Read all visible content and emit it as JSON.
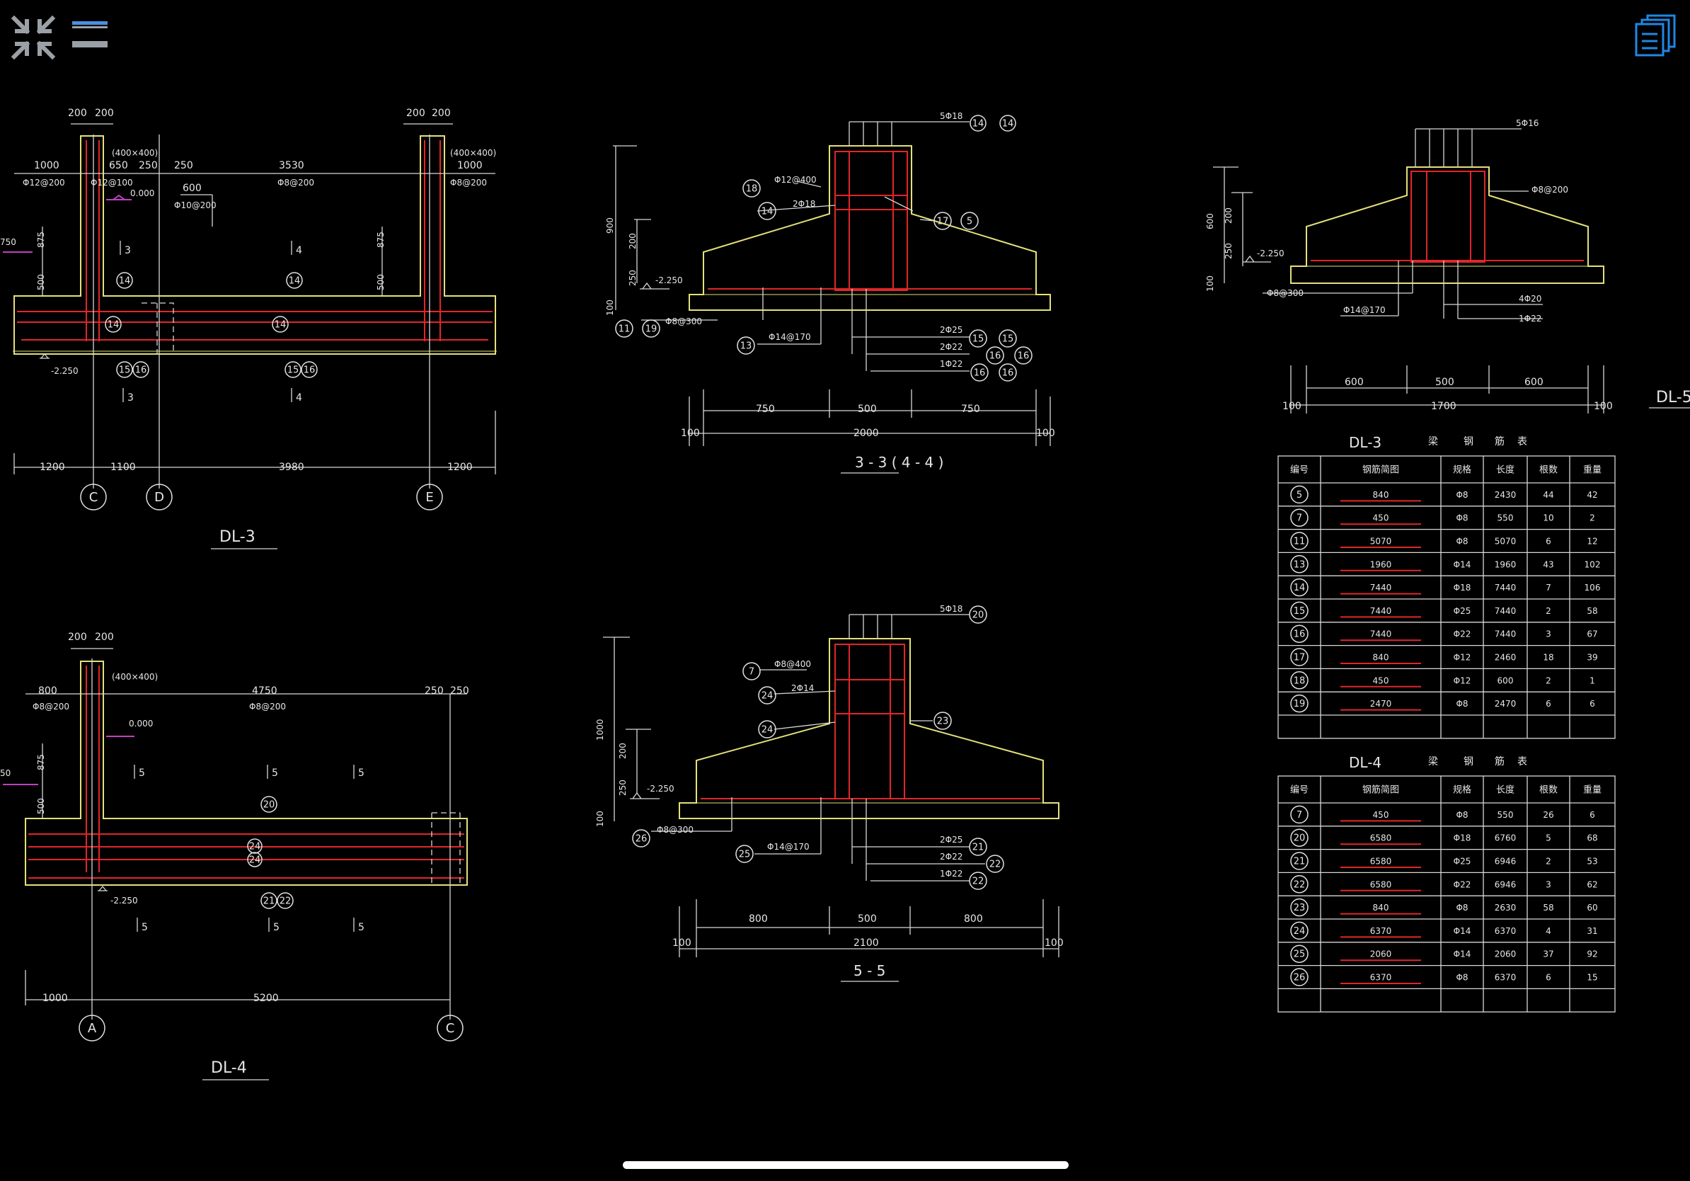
{
  "toolbar": {
    "collapse_icon": "collapse-arrows-icon",
    "menu_icon": "hamburger-menu-icon",
    "documents_icon": "stacked-documents-icon"
  },
  "colors": {
    "background": "#000000",
    "outline": "#e5e07a",
    "rebar": "#e0262a",
    "dim": "#d8d8d8",
    "ui_icon": "#9aa0a6",
    "accent": "#1e88e5"
  },
  "drawings": {
    "dl3": {
      "title": "DL-3",
      "dims_top": [
        "200",
        "200",
        "200",
        "200"
      ],
      "dims_row2": [
        "1000",
        "650",
        "250",
        "250",
        "3530",
        "1000"
      ],
      "col_left": "(400×400)",
      "col_right": "(400×400)",
      "rebar_labels": [
        "Φ12@200",
        "Φ12@100",
        "Φ10@200",
        "Φ8@200",
        "Φ8@200",
        "600"
      ],
      "elev_top": "0.000",
      "elev_bot": "-2.250",
      "elev_left": "750",
      "vdims": [
        "875",
        "500",
        "875",
        "500"
      ],
      "section_marks": [
        "3",
        "4",
        "3",
        "4"
      ],
      "callouts": [
        "14",
        "14",
        "14",
        "14",
        "15",
        "16",
        "15",
        "16"
      ],
      "dims_bottom": [
        "1200",
        "1100",
        "3980",
        "1200"
      ],
      "axes": [
        "C",
        "D",
        "E"
      ]
    },
    "dl4": {
      "title": "DL-4",
      "dims_top": [
        "200",
        "200"
      ],
      "col": "(400×400)",
      "dims_row2": [
        "800",
        "4750",
        "250",
        "250"
      ],
      "rebar_labels": [
        "Φ8@200",
        "Φ8@200"
      ],
      "elev_top": "0.000",
      "elev_bot": "-2.250",
      "elev_left": "50",
      "vdims": [
        "875",
        "500"
      ],
      "section_marks": [
        "5",
        "5",
        "5",
        "5",
        "5",
        "5"
      ],
      "callouts": [
        "20",
        "24",
        "24",
        "21",
        "22"
      ],
      "dims_bottom": [
        "1000",
        "5200"
      ],
      "axes": [
        "A",
        "C"
      ]
    },
    "sec33": {
      "title": "3 - 3  ( 4 - 4 )",
      "top_label": "5Φ18",
      "top_callouts": [
        "14",
        "14"
      ],
      "left_labels": [
        "Φ12@400",
        "2Φ18"
      ],
      "left_callouts": [
        "18",
        "14"
      ],
      "right_callouts": [
        "17",
        "5"
      ],
      "vdims": [
        "900",
        "200",
        "250",
        "100"
      ],
      "elev": "-2.250",
      "bot_left": [
        "11",
        "19",
        "Φ8@300",
        "13",
        "Φ14@170"
      ],
      "bot_right": [
        "2Φ25",
        "2Φ22",
        "1Φ22"
      ],
      "bot_right_callouts": [
        "15",
        "15",
        "16",
        "16",
        "16",
        "16"
      ],
      "dims1": [
        "750",
        "500",
        "750"
      ],
      "dims2": [
        "100",
        "2000",
        "100"
      ]
    },
    "sec55": {
      "title": "5 - 5",
      "top_label": "5Φ18",
      "top_callout": "20",
      "left_labels": [
        "Φ8@400",
        "2Φ14"
      ],
      "left_callouts": [
        "7",
        "24",
        "24"
      ],
      "right_callout": "23",
      "vdims": [
        "1000",
        "200",
        "250",
        "100"
      ],
      "elev": "-2.250",
      "bot_left": [
        "26",
        "Φ8@300",
        "25",
        "Φ14@170"
      ],
      "bot_right": [
        "2Φ25",
        "2Φ22",
        "1Φ22"
      ],
      "bot_right_callouts": [
        "21",
        "22",
        "22"
      ],
      "dims1": [
        "800",
        "500",
        "800"
      ],
      "dims2": [
        "100",
        "2100",
        "100"
      ]
    },
    "dl5": {
      "title": "DL-5",
      "top_label": "5Φ16",
      "right_label": "Φ8@200",
      "vdims": [
        "600",
        "200",
        "250",
        "100"
      ],
      "elev": "-2.250",
      "bot_left": [
        "Φ8@300",
        "Φ14@170"
      ],
      "bot_right": [
        "4Φ20",
        "1Φ22"
      ],
      "dims1": [
        "600",
        "500",
        "600"
      ],
      "dims2": [
        "100",
        "1700",
        "100"
      ]
    }
  },
  "tables": {
    "dl3": {
      "title_left": "DL-3",
      "title_right": [
        "梁",
        "钢",
        "筋",
        "表"
      ],
      "headers": [
        "编号",
        "钢筋简图",
        "规格",
        "长度",
        "根数",
        "重量"
      ],
      "rows": [
        [
          "5",
          "840",
          "Φ8",
          "2430",
          "44",
          "42"
        ],
        [
          "7",
          "450",
          "Φ8",
          "550",
          "10",
          "2"
        ],
        [
          "11",
          "5070",
          "Φ8",
          "5070",
          "6",
          "12"
        ],
        [
          "13",
          "1960",
          "Φ14",
          "1960",
          "43",
          "102"
        ],
        [
          "14",
          "7440",
          "Φ18",
          "7440",
          "7",
          "106"
        ],
        [
          "15",
          "7440",
          "Φ25",
          "7440",
          "2",
          "58"
        ],
        [
          "16",
          "7440",
          "Φ22",
          "7440",
          "3",
          "67"
        ],
        [
          "17",
          "840",
          "Φ12",
          "2460",
          "18",
          "39"
        ],
        [
          "18",
          "450",
          "Φ12",
          "600",
          "2",
          "1"
        ],
        [
          "19",
          "2470",
          "Φ8",
          "2470",
          "6",
          "6"
        ]
      ]
    },
    "dl4": {
      "title_left": "DL-4",
      "title_right": [
        "梁",
        "钢",
        "筋",
        "表"
      ],
      "headers": [
        "编号",
        "钢筋简图",
        "规格",
        "长度",
        "根数",
        "重量"
      ],
      "rows": [
        [
          "7",
          "450",
          "Φ8",
          "550",
          "26",
          "6"
        ],
        [
          "20",
          "6580",
          "Φ18",
          "6760",
          "5",
          "68"
        ],
        [
          "21",
          "6580",
          "Φ25",
          "6946",
          "2",
          "53"
        ],
        [
          "22",
          "6580",
          "Φ22",
          "6946",
          "3",
          "62"
        ],
        [
          "23",
          "840",
          "Φ8",
          "2630",
          "58",
          "60"
        ],
        [
          "24",
          "6370",
          "Φ14",
          "6370",
          "4",
          "31"
        ],
        [
          "25",
          "2060",
          "Φ14",
          "2060",
          "37",
          "92"
        ],
        [
          "26",
          "6370",
          "Φ8",
          "6370",
          "6",
          "15"
        ]
      ]
    }
  }
}
